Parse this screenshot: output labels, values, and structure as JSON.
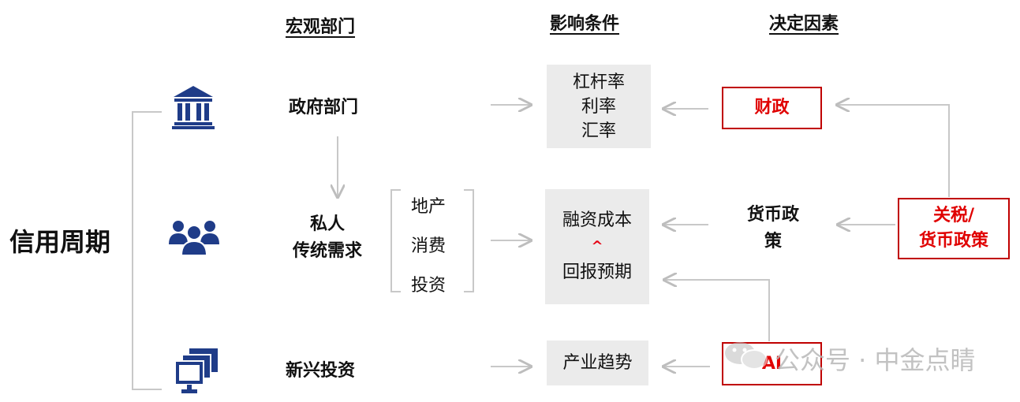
{
  "headers": {
    "macro": "宏观部门",
    "influence": "影响条件",
    "determinant": "决定因素"
  },
  "title": "信用周期",
  "sectors": {
    "government": "政府部门",
    "private_line1": "私人",
    "private_line2": "传统需求",
    "emerging": "新兴投资"
  },
  "demand_items": [
    "地产",
    "消费",
    "投资"
  ],
  "conditions": {
    "gov": [
      "杠杆率",
      "利率",
      "汇率"
    ],
    "private_top": "融资成本",
    "private_arrow": "^",
    "private_bottom": "回报预期",
    "emerging": "产业趋势"
  },
  "factors": {
    "fiscal": "财政",
    "monetary_line1": "货币政",
    "monetary_line2": "策",
    "tariff_line1": "关税/",
    "tariff_line2": "货币政策",
    "ai": "AI"
  },
  "watermark": "公众号 · 中金点睛",
  "icons": {
    "government": "bank-building-icon",
    "private": "people-group-icon",
    "emerging": "computer-monitor-icon",
    "watermark": "wechat-icon"
  },
  "colors": {
    "accent_red": "#e00000",
    "icon_blue": "#1f3c88",
    "box_gray": "#ebebeb",
    "line_gray": "#c8c8c8"
  }
}
